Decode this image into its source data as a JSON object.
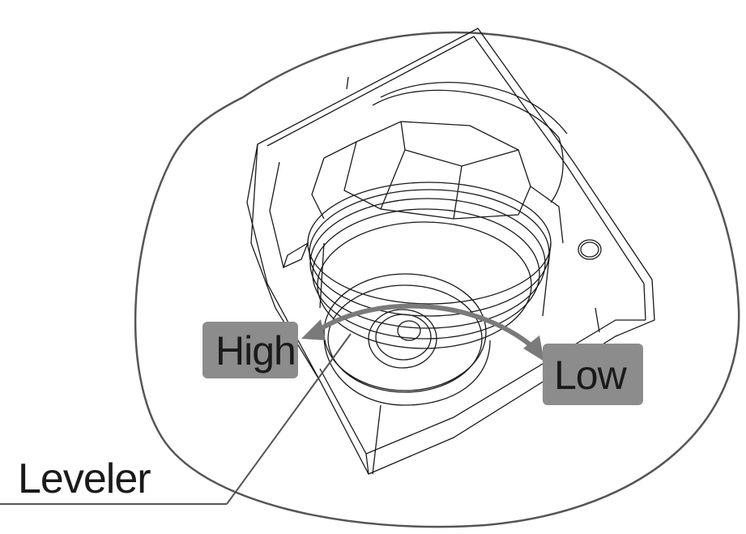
{
  "labels": {
    "high": "High",
    "low": "Low",
    "leveler": "Leveler"
  },
  "colors": {
    "line": "#1a1a1a",
    "outline": "#555555",
    "arrow": "#7a7a7a",
    "label_box": "#8c8c8c"
  }
}
